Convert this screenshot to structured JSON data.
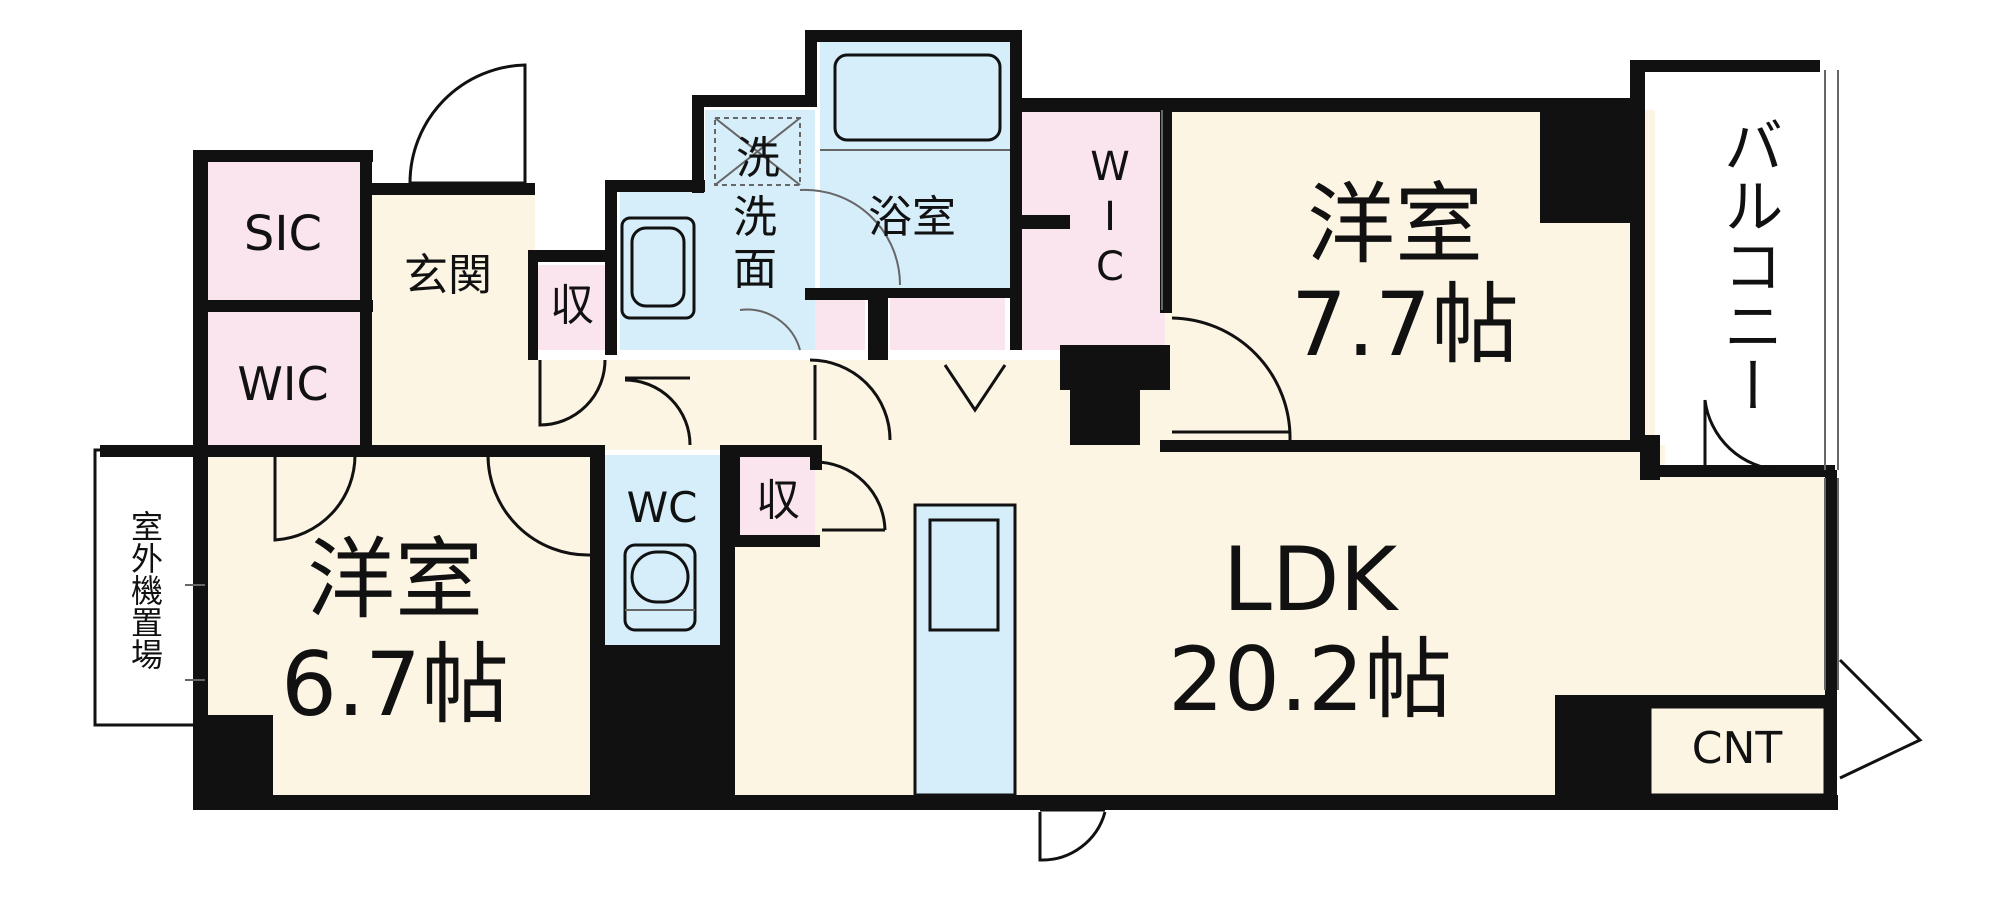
{
  "floorplan": {
    "rooms": {
      "sic": "SIC",
      "entrance": "玄関",
      "wic_left": "WIC",
      "storage_top": "収",
      "washroom_top": "洗",
      "washroom": "洗\n面",
      "bath": "浴室",
      "wic_right": "W\nI\nC",
      "bedroom2_name": "洋室",
      "bedroom2_size": "7.7帖",
      "balcony": "バルコニー",
      "bedroom1_name": "洋室",
      "bedroom1_size": "6.7帖",
      "outdoor_unit": "室外機置場",
      "wc": "WC",
      "storage_mid": "収",
      "ldk_name": "LDK",
      "ldk_size": "20.2帖",
      "cnt": "CNT"
    },
    "colors": {
      "room_fill": "#fdf5e4",
      "storage_fill": "#fae5ee",
      "water_fill": "#d5eefa",
      "wall": "#111111"
    }
  }
}
